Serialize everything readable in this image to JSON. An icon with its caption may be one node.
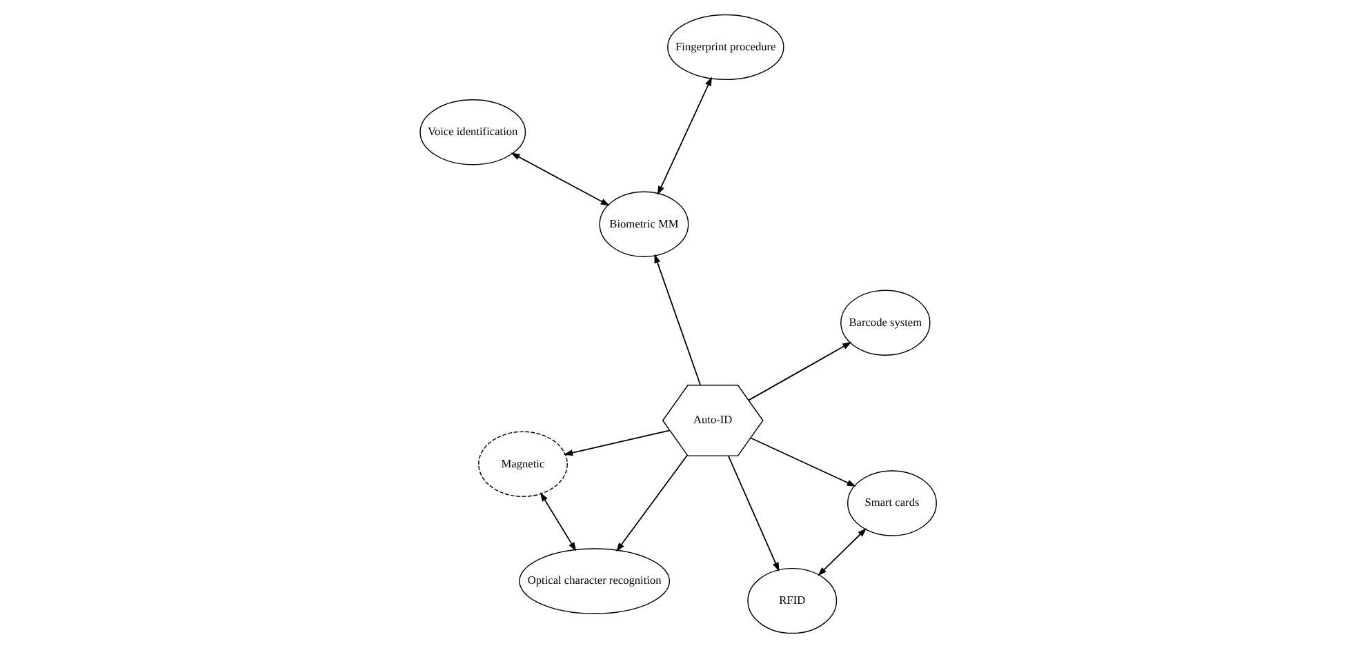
{
  "diagram": {
    "nodes": [
      {
        "text": [
          "Auto-ID"
        ]
      },
      {
        "text": [
          "Barcode system"
        ]
      },
      {
        "text": [
          "Optical character recognition"
        ]
      },
      {
        "text": [
          "Biometric MM"
        ]
      },
      {
        "text": [
          "Fingerprint procedure"
        ]
      },
      {
        "text": [
          "Voice identification"
        ]
      },
      {
        "text": [
          "Magnetic"
        ]
      },
      {
        "text": [
          "Smart cards"
        ]
      },
      {
        "text": [
          "RFID"
        ]
      }
    ],
    "edges": [
      {
        "from": 0,
        "to": 1,
        "arrow": "to"
      },
      {
        "from": 0,
        "to": 2,
        "arrow": "to"
      },
      {
        "from": 0,
        "to": 3,
        "arrow": "to"
      },
      {
        "from": 3,
        "to": 4,
        "arrow": "both"
      },
      {
        "from": 3,
        "to": 5,
        "arrow": "both"
      },
      {
        "from": 2,
        "to": 6,
        "arrow": "both"
      },
      {
        "from": 0,
        "to": 6,
        "arrow": "to"
      },
      {
        "from": 0,
        "to": 7,
        "arrow": "to"
      },
      {
        "from": 0,
        "to": 8,
        "arrow": "to"
      },
      {
        "from": 7,
        "to": 8,
        "arrow": "both"
      }
    ]
  }
}
